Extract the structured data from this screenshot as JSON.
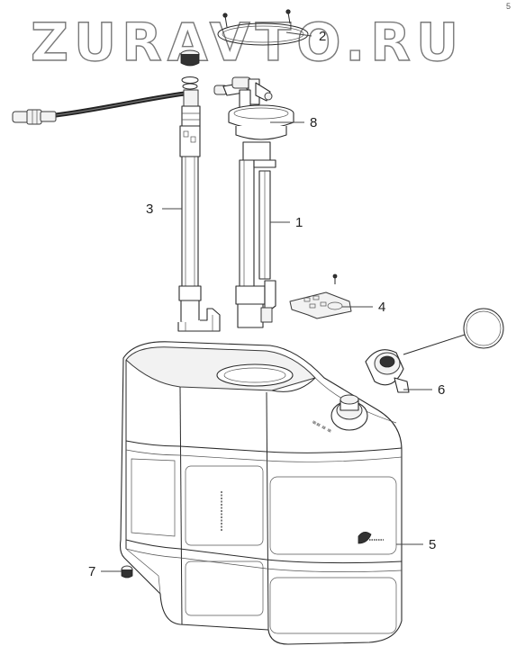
{
  "watermark": {
    "text": "ZURAVTO.RU"
  },
  "corner_mark": "5",
  "callouts": [
    {
      "id": "callout-1",
      "label": "1"
    },
    {
      "id": "callout-2",
      "label": "2"
    },
    {
      "id": "callout-3",
      "label": "3"
    },
    {
      "id": "callout-4",
      "label": "4"
    },
    {
      "id": "callout-5",
      "label": "5"
    },
    {
      "id": "callout-6",
      "label": "6"
    },
    {
      "id": "callout-7",
      "label": "7"
    },
    {
      "id": "callout-8",
      "label": "8"
    }
  ],
  "colors": {
    "outline": "#2a2a2a",
    "background": "#ffffff",
    "watermark_stroke": "#7a7a7a"
  }
}
